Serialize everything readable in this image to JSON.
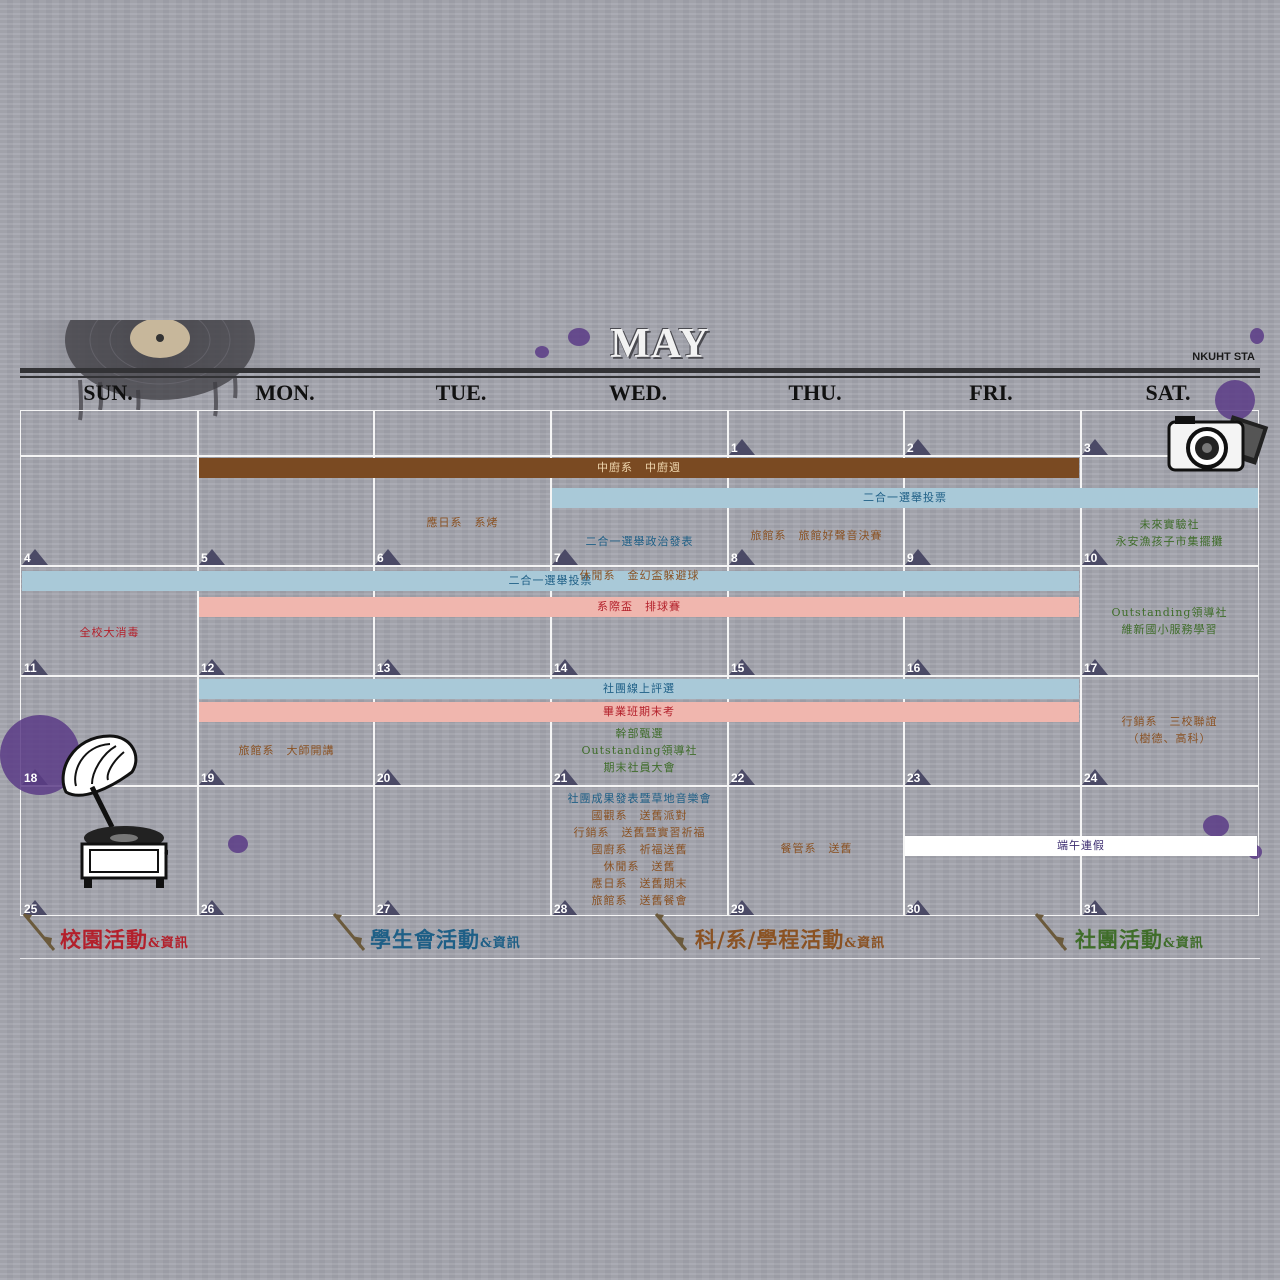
{
  "month": "MAY",
  "brand": "NKUHT STA",
  "days": [
    "SUN.",
    "MON.",
    "TUE.",
    "WED.",
    "THU.",
    "FRI.",
    "SAT."
  ],
  "dates": [
    "1",
    "2",
    "3",
    "4",
    "5",
    "6",
    "7",
    "8",
    "9",
    "10",
    "11",
    "12",
    "13",
    "14",
    "15",
    "16",
    "17",
    "18",
    "19",
    "20",
    "21",
    "22",
    "23",
    "24",
    "25",
    "26",
    "27",
    "28",
    "29",
    "30",
    "31"
  ],
  "bars": {
    "culinary_week": "中廚系　中廚週",
    "referendum_vote_1": "二合一選舉投票",
    "referendum_vote_2": "二合一選舉投票",
    "dept_cup_volleyball": "系際盃　排球賽",
    "club_online_review": "社團線上評選",
    "graduating_final_exam": "畢業班期末考",
    "dragon_boat_holiday": "端午連假"
  },
  "events": {
    "tue_6": "應日系　系烤",
    "wed_7": "二合一選舉政治發表\n休閒系　金幻盃躲避球",
    "thu_8": "旅館系　旅館好聲音決賽",
    "sat_10": "未來實驗社\n永安漁孩子市集擺攤",
    "sun_11": "全校大消毒",
    "sat_17": "Outstanding領導社\n維新國小服務學習",
    "mon_19": "旅館系　大師開講",
    "wed_21": "幹部甄選\nOutstanding領導社\n期末社員大會",
    "sat_24": "行銷系　三校聯誼\n（樹德、高科）",
    "wed_28_a": "社團成果發表暨草地音樂會",
    "wed_28_b": "國觀系　送舊派對\n行銷系　送舊暨實習祈福\n國廚系　祈福送舊\n休閒系　送舊\n應日系　送舊期末\n旅館系　送舊餐會",
    "thu_29": "餐管系　送舊"
  },
  "legend": {
    "campus": "校園活動",
    "sa": "學生會活動",
    "dept": "科/系/學程活動",
    "club": "社團活動",
    "amp_info": "&資訊"
  },
  "colors": {
    "campus": "#b3202b",
    "sa": "#1e5f86",
    "dept": "#8a5223",
    "club": "#3f6d2a",
    "culinary_bar": "#7a4a22",
    "blue_bar": "#a9c9d8",
    "pink_bar": "#f0b6ae",
    "holiday_bar": "#ffffff",
    "date_tab": "#4b4a66"
  },
  "icons": [
    "vinyl-record-icon",
    "camera-icon",
    "phonograph-icon",
    "arrow-icon"
  ]
}
